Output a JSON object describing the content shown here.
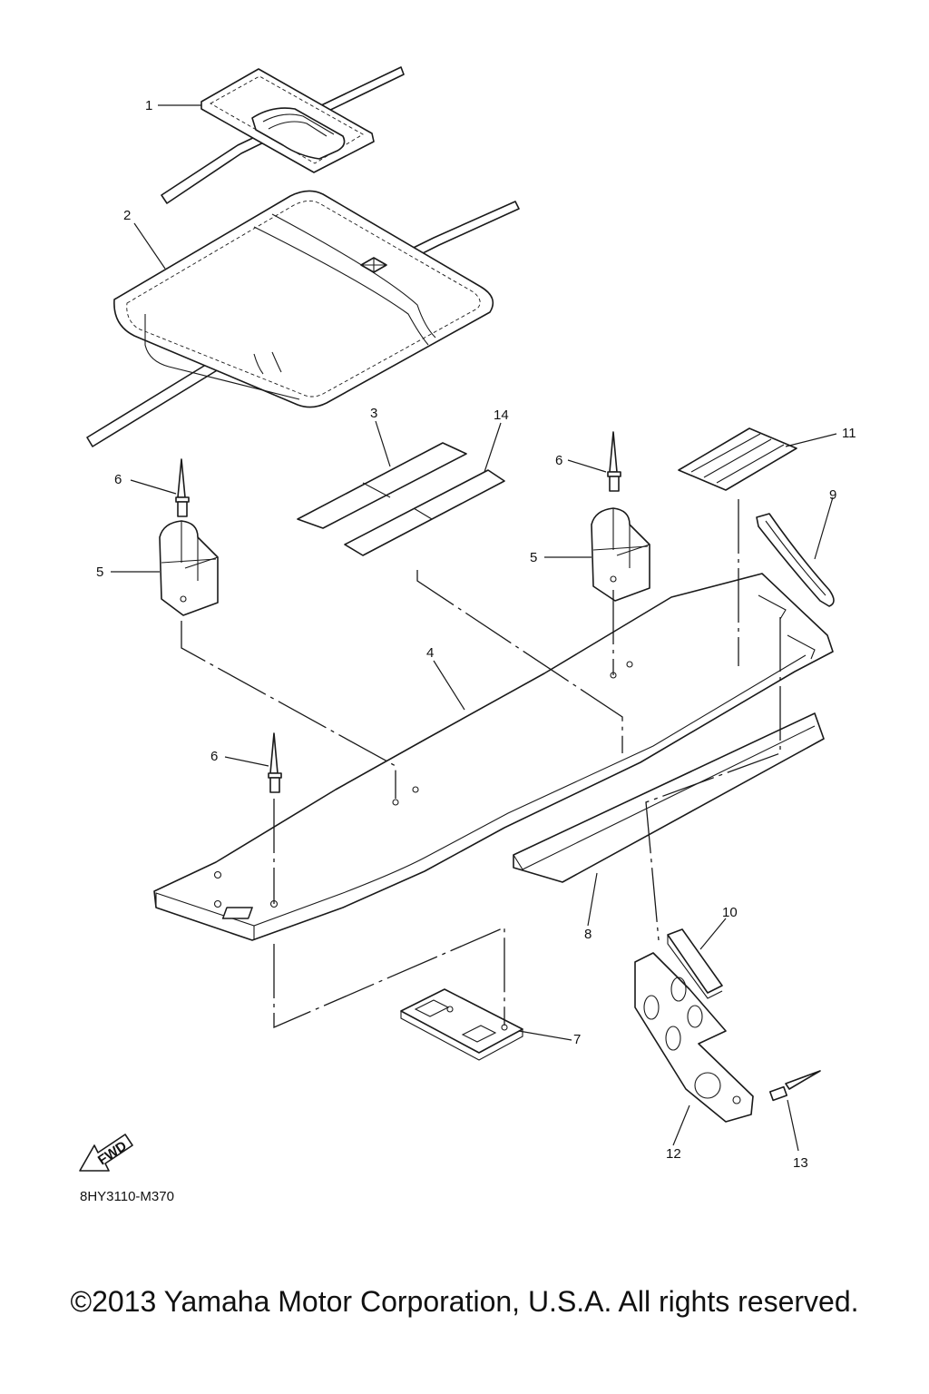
{
  "diagram": {
    "code": "8HY3110-M370",
    "fwd_label": "FWD",
    "callouts": [
      "1",
      "2",
      "3",
      "14",
      "6",
      "5",
      "11",
      "9",
      "4",
      "6",
      "5",
      "6",
      "8",
      "10",
      "7",
      "12",
      "13"
    ]
  },
  "footer": {
    "copyright": "©2013 Yamaha Motor Corporation, U.S.A. All rights reserved."
  },
  "colors": {
    "line": "#1a1a1a",
    "background": "#ffffff"
  }
}
